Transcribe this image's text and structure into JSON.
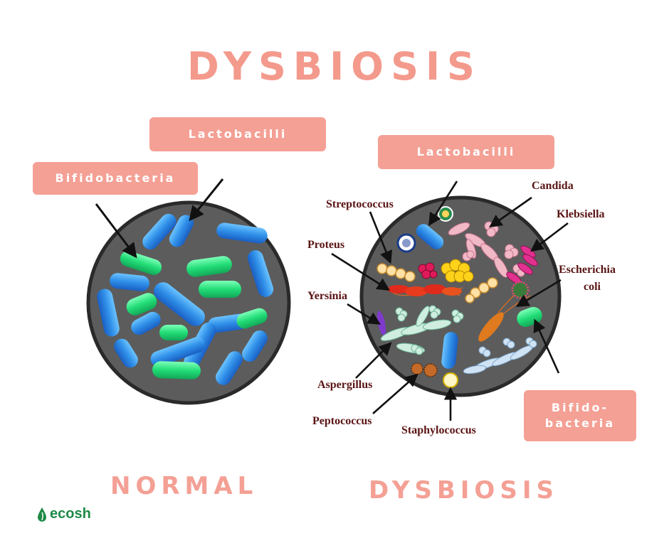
{
  "title": "DYSBIOSIS",
  "normal": {
    "caption": "NORMAL",
    "tags": {
      "lactobacilli": "Lactobacilli",
      "bifidobacteria": "Bifidobacteria"
    }
  },
  "dysbiosis": {
    "caption": "DYSBIOSIS",
    "tags": {
      "lactobacilli": "Lactobacilli",
      "bifido": "Bifido-\nbacteria"
    },
    "labels": {
      "streptococcus": "Streptococcus",
      "candida": "Candida",
      "klebsiella": "Klebsiella",
      "proteus": "Proteus",
      "escherichia": "Escherichia",
      "coli": "coli",
      "yersinia": "Yersinia",
      "aspergillus": "Aspergillus",
      "peptococcus": "Peptococcus",
      "staphylococcus": "Staphylococcus"
    }
  },
  "brand": {
    "name": "ecosh"
  },
  "colors": {
    "accent": "#f4a095",
    "blue_bacteria": "#2f8fe8",
    "green_bacteria": "#22dd77",
    "circle": "#5c5c5c"
  }
}
